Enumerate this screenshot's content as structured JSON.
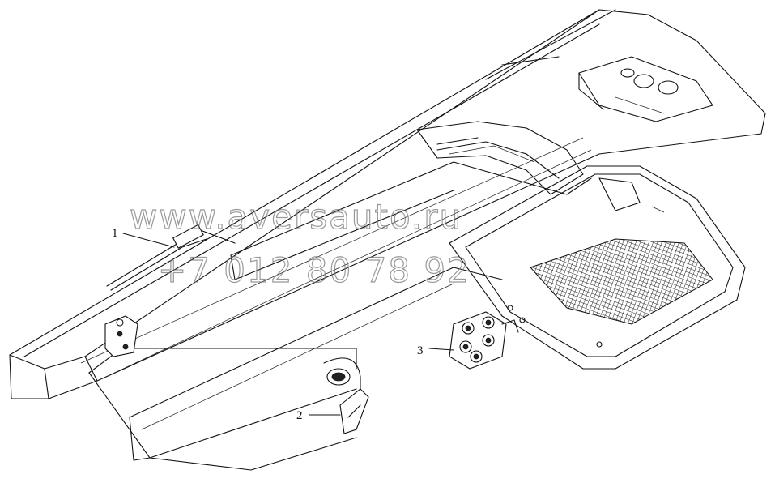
{
  "callouts": [
    {
      "number": "1"
    },
    {
      "number": "2"
    },
    {
      "number": "3"
    }
  ],
  "watermark": {
    "site": "www.aversauto.ru",
    "phone": "+7 012 80 78 92"
  }
}
